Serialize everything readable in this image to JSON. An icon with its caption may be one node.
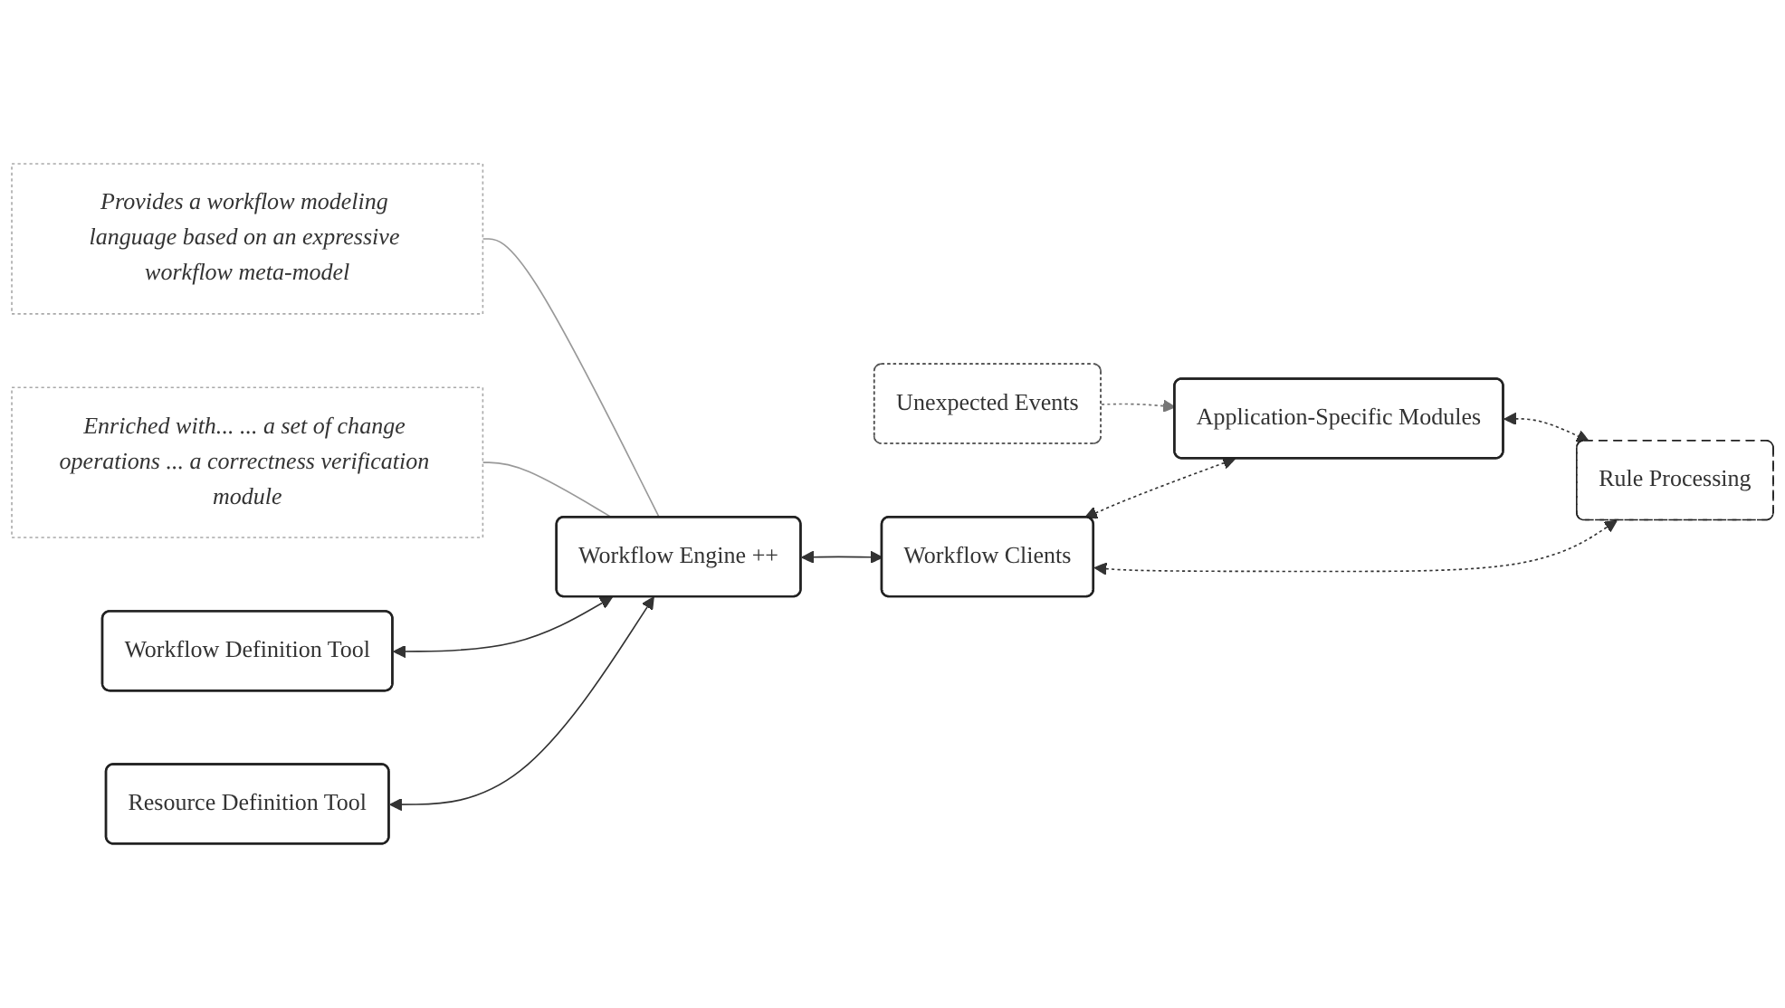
{
  "diagram": {
    "nodes": [
      {
        "text": [
          "Provides a workflow modeling language based on an expressive workflow meta-model"
        ]
      },
      {
        "text": [
          "Enriched with... ... a set of change operations ... a correctness verification module"
        ]
      },
      {
        "text": [
          "Workflow Definition Tool"
        ]
      },
      {
        "text": [
          "Workflow Engine ++"
        ]
      },
      {
        "text": [
          "Resource Definition Tool"
        ]
      },
      {
        "text": [
          "Unexpected Events"
        ]
      },
      {
        "text": [
          "Application-Specific Modules"
        ]
      },
      {
        "text": [
          "Workflow Clients"
        ]
      },
      {
        "text": [
          "Rule Processing"
        ]
      }
    ],
    "edges": [
      {
        "from": 0,
        "to": 3,
        "arrow": "none",
        "color": "#999999"
      },
      {
        "from": 1,
        "to": 3,
        "arrow": "none",
        "color": "#999999"
      },
      {
        "from": 2,
        "to": 3,
        "arrow": "both"
      },
      {
        "from": 4,
        "to": 3,
        "arrow": "both"
      },
      {
        "from": 3,
        "to": 7,
        "arrow": "both"
      },
      {
        "from": 5,
        "to": 6,
        "arrow": "to",
        "style": "dashed",
        "color": "#777777"
      },
      {
        "from": 7,
        "to": 6,
        "arrow": "both",
        "style": "dashed"
      },
      {
        "from": 7,
        "to": 8,
        "arrow": "both",
        "style": "dashed"
      },
      {
        "from": 6,
        "to": 8,
        "arrow": "both",
        "style": "dashed"
      }
    ]
  }
}
